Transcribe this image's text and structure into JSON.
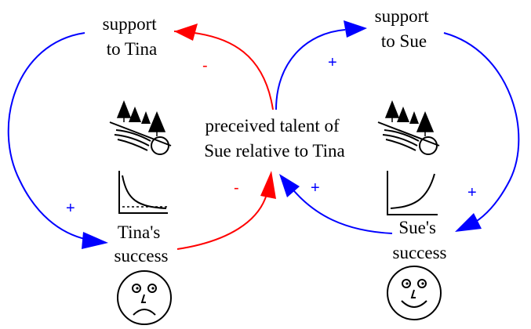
{
  "nodes": {
    "support_tina": [
      "support",
      "to Tina"
    ],
    "support_sue": [
      "support",
      "to Sue"
    ],
    "perceived_talent": [
      "preceived talent of",
      "Sue relative to Tina"
    ],
    "tina_success": [
      "Tina's",
      "success"
    ],
    "sue_success": [
      "Sue's",
      "success"
    ]
  },
  "links": {
    "talent_to_support_tina": "-",
    "talent_to_support_sue": "+",
    "support_tina_to_tina_success": "+",
    "support_sue_to_sue_success": "+",
    "tina_success_to_talent": "-",
    "sue_success_to_talent": "+"
  },
  "colors": {
    "positive_link": "#0000ff",
    "negative_link": "#ff0000",
    "text": "#000000"
  },
  "icons": {
    "loop_type_left": "snowball-down-hill-icon",
    "loop_type_right": "snowball-down-hill-icon",
    "behavior_left": "decaying-curve-graph-icon",
    "behavior_right": "growing-curve-graph-icon",
    "tina_face": "sad-face-icon",
    "sue_face": "happy-face-icon"
  }
}
